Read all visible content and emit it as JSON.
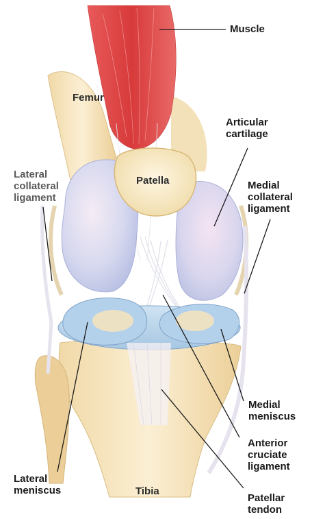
{
  "labels": {
    "muscle": "Muscle",
    "femur": "Femur",
    "articular_cartilage": [
      "Articular",
      "cartilage"
    ],
    "patella": "Patella",
    "lateral_collateral_ligament": [
      "Lateral",
      "collateral",
      "ligament"
    ],
    "medial_collateral_ligament": [
      "Medial",
      "collateral",
      "ligament"
    ],
    "medial_meniscus": [
      "Medial",
      "meniscus"
    ],
    "anterior_cruciate_ligament": [
      "Anterior",
      "cruciate",
      "ligament"
    ],
    "lateral_meniscus": [
      "Lateral",
      "meniscus"
    ],
    "tibia": "Tibia",
    "patellar_tendon": [
      "Patellar",
      "tendon"
    ]
  }
}
